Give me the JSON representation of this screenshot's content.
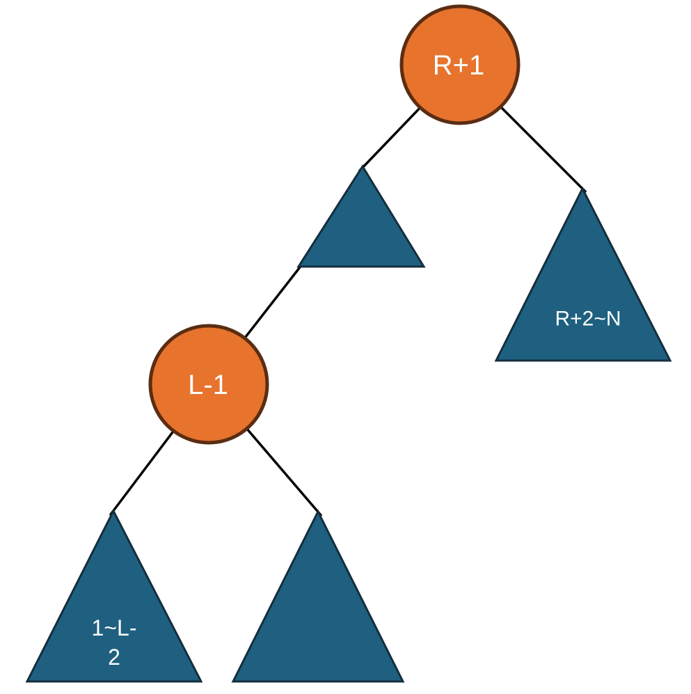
{
  "colors": {
    "background": "#ffffff",
    "circle_fill": "#E7732D",
    "circle_stroke": "#5B2D12",
    "triangle_fill": "#1F6080",
    "triangle_stroke": "#142E3D",
    "edge_stroke": "#000000",
    "label_color": "#ffffff"
  },
  "tree": {
    "root": {
      "shape": "circle",
      "label": "R+1"
    },
    "mid_subtree": {
      "shape": "triangle",
      "label": ""
    },
    "right_subtree": {
      "shape": "triangle",
      "label": "R+2~N"
    },
    "left_node": {
      "shape": "circle",
      "label": "L-1"
    },
    "left_subtree": {
      "shape": "triangle",
      "label": "1~L-2",
      "lines": [
        "1~L-",
        "2"
      ]
    },
    "left_right_subtree": {
      "shape": "triangle",
      "label": ""
    }
  },
  "edges": [
    {
      "from": "root",
      "to": "mid_subtree"
    },
    {
      "from": "root",
      "to": "right_subtree"
    },
    {
      "from": "mid_subtree",
      "to": "left_node"
    },
    {
      "from": "left_node",
      "to": "left_subtree"
    },
    {
      "from": "left_node",
      "to": "left_right_subtree"
    }
  ]
}
